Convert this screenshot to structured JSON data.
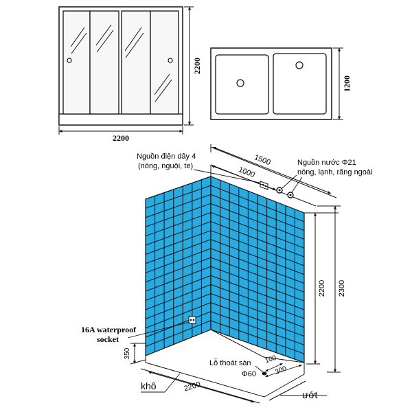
{
  "front_view": {
    "width_label": "2200",
    "height_label": "2200"
  },
  "top_view": {
    "depth_label": "1200"
  },
  "iso_view": {
    "power_note_line1": "Nguồn điện dây 4",
    "power_note_line2": "(nóng, nguội, te)",
    "water_note_line1": "Nguồn nước Φ21",
    "water_note_line2": "nóng, lạnh, răng ngoài",
    "dim_1500": "1500",
    "dim_1000": "1000",
    "dim_2200_inner": "2200",
    "dim_2300": "2300",
    "socket_line1": "16A waterproof",
    "socket_line2": "socket",
    "dim_350": "350",
    "drain_label": "Lỗ thoát sàn",
    "drain_diameter": "Φ60",
    "dim_100": "100",
    "dim_300": "300",
    "dim_2200_floor": "2200",
    "dry_label": "khô",
    "wet_label": "ướt"
  },
  "colors": {
    "tile": "#29abe2",
    "grout": "#1b1b1b",
    "line": "#111111",
    "door_fill": "#f7f7f7"
  }
}
